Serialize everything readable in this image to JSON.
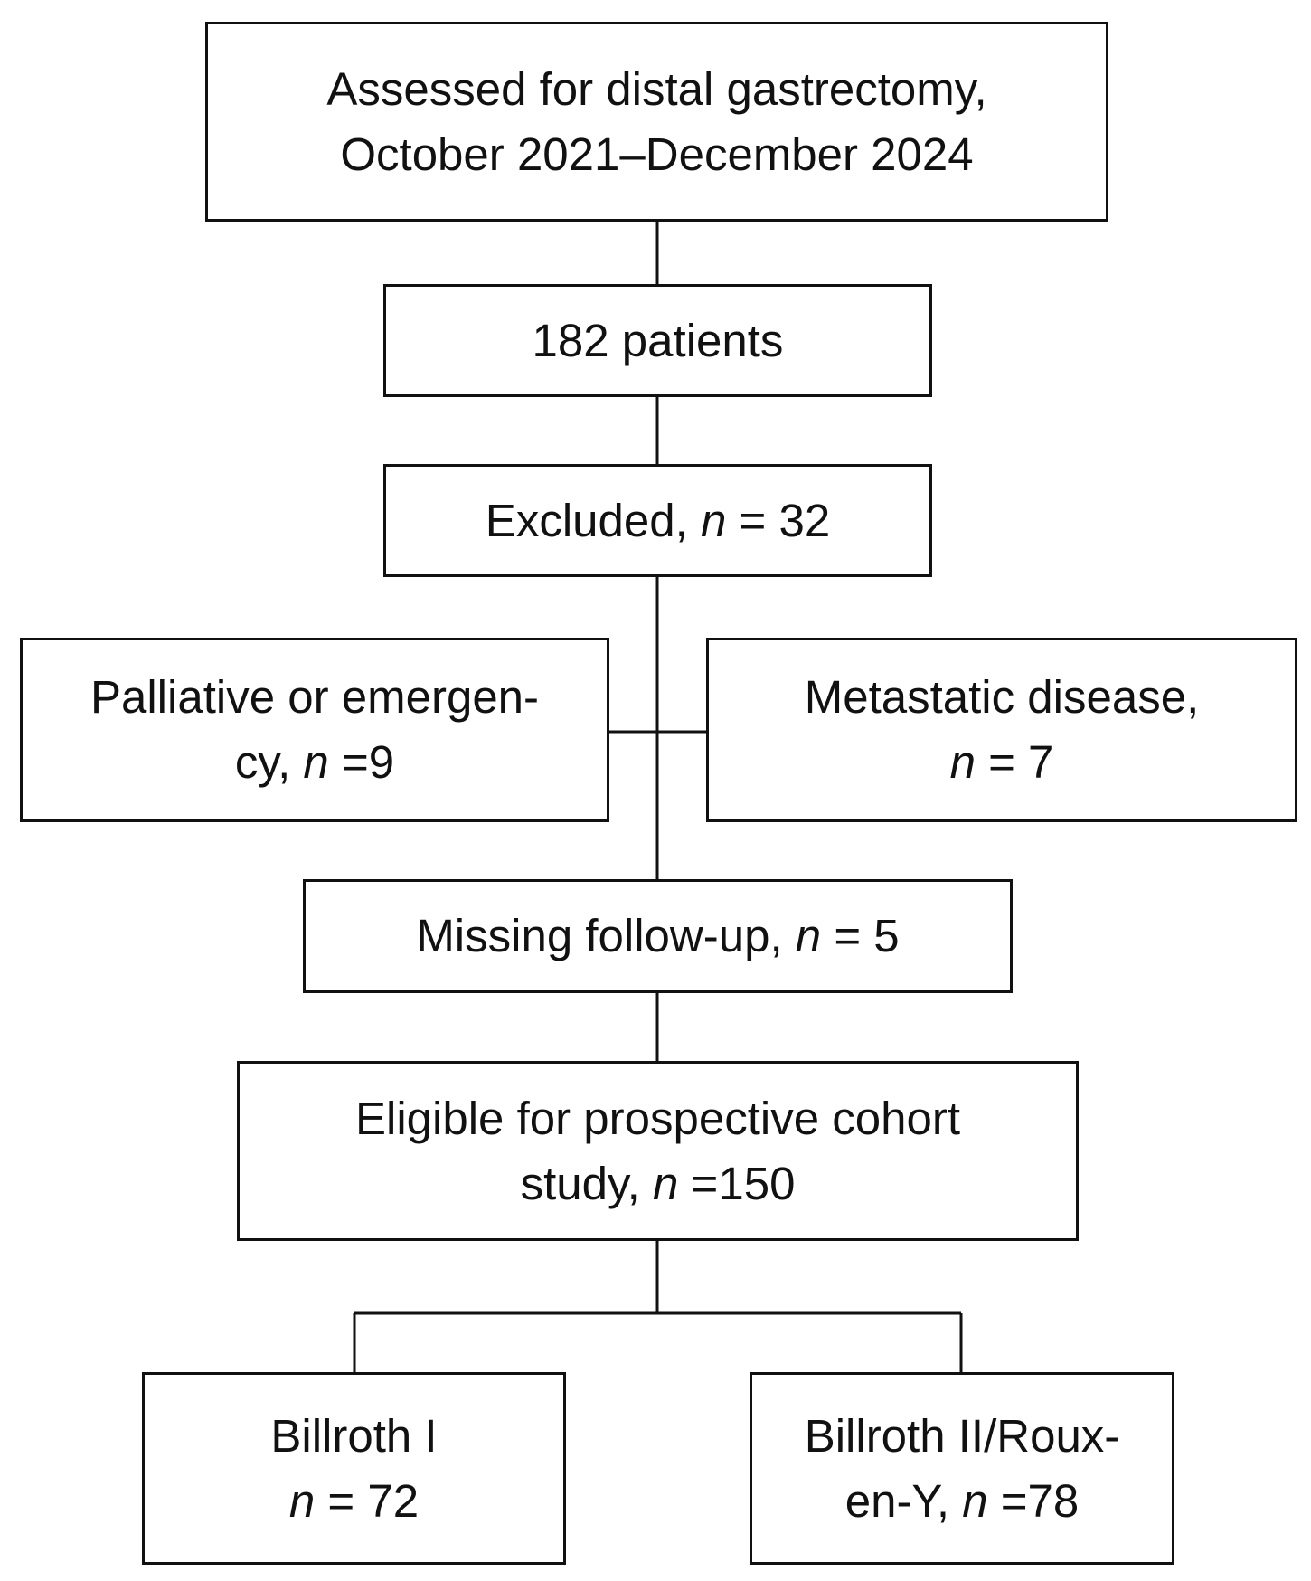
{
  "nodes": {
    "assessed": {
      "line1": "Assessed for distal gastrectomy,",
      "line2": "October 2021–December 2024"
    },
    "patients": {
      "line1": "182 patients"
    },
    "excluded": {
      "prefix": "Excluded, ",
      "n_symbol": "n",
      "suffix": " = 32"
    },
    "palliative": {
      "line1": "Palliative or emergen-",
      "line2_prefix": "cy, ",
      "n_symbol": "n",
      "line2_suffix": " =9"
    },
    "metastatic": {
      "line1": "Metastatic disease,",
      "n_symbol": "n",
      "line2_suffix": " = 7"
    },
    "missing": {
      "prefix": "Missing follow-up, ",
      "n_symbol": "n",
      "suffix": " = 5"
    },
    "eligible": {
      "line1": "Eligible for prospective cohort",
      "line2_prefix": "study, ",
      "n_symbol": "n",
      "line2_suffix": " =150"
    },
    "billroth1": {
      "line1": "Billroth I",
      "n_symbol": "n",
      "line2_suffix": " = 72"
    },
    "billroth2": {
      "line1": "Billroth II/Roux-",
      "line2_prefix": "en-Y, ",
      "n_symbol": "n",
      "line2_suffix": " =78"
    }
  }
}
